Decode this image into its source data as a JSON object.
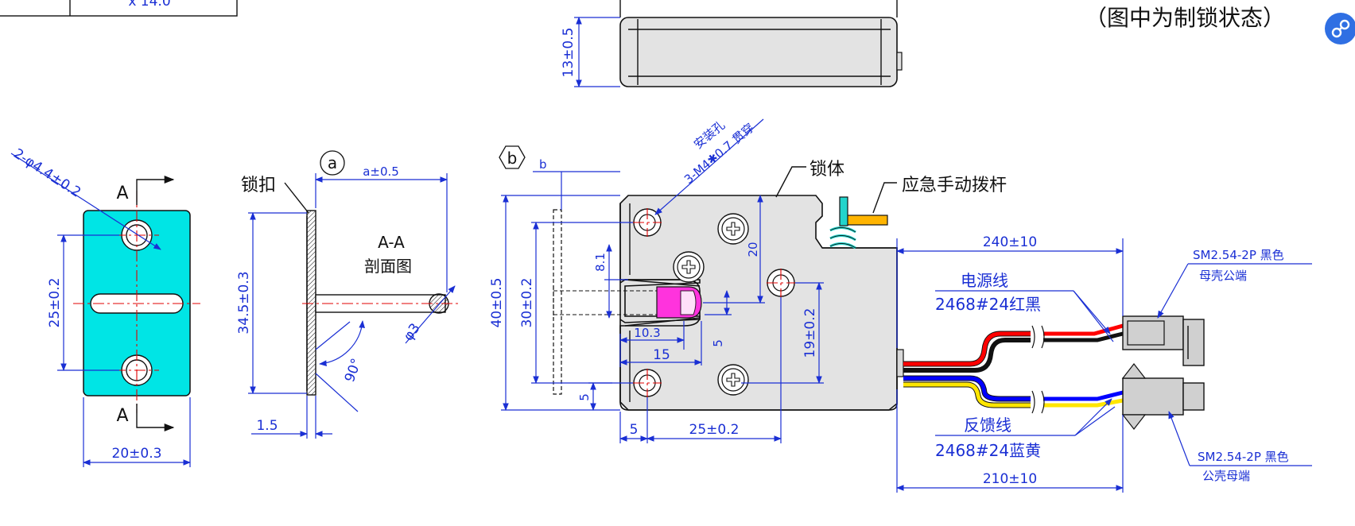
{
  "title_block": {
    "partial_text": "x 14.0"
  },
  "caption": "（图中为制锁状态）",
  "top_view": {
    "height_dim": "13±0.5"
  },
  "plate": {
    "hole_dim": "2-φ4.4±0.2",
    "section_marks": [
      "A",
      "A"
    ],
    "pitch_dim": "25±0.2",
    "width_dim": "20±0.3",
    "fill_color": "#00e5e5"
  },
  "latch": {
    "marker": "a",
    "label": "锁扣",
    "length_dim": "a±0.5",
    "section_title": "A-A",
    "section_caption": "剖面图",
    "height_dim": "34.5±0.3",
    "rod_dim": "φ3",
    "angle_dim": "90°",
    "thickness_dim": "1.5"
  },
  "lock_body": {
    "marker": "b",
    "marker_dim": "b",
    "label": "锁体",
    "lever_label": "应急手动拨杆",
    "mount_hole_label": "安装孔",
    "mount_hole_spec": "3-M4✱0.7 贯穿",
    "dims": {
      "height": "40±0.5",
      "inner_height": "30±0.2",
      "d8_1": "8.1",
      "d20": "20",
      "d10_3": "10.3",
      "d15": "15",
      "d5_v": "5",
      "d19": "19±0.2",
      "d5_bottom": "5",
      "d5_left": "5",
      "d25": "25±0.2"
    },
    "bolt_color": "#ff33dd",
    "lever_color": "#ffb400",
    "spring_color": "#22d4cc"
  },
  "wiring": {
    "length_top": "240±10",
    "length_bottom": "210±10",
    "power_label": "电源线",
    "power_spec": "2468#24红黑",
    "feedback_label": "反馈线",
    "feedback_spec": "2468#24蓝黄",
    "connector_top_spec": "SM2.54-2P 黑色",
    "connector_top_desc": "母壳公端",
    "connector_bottom_spec": "SM2.54-2P 黑色",
    "connector_bottom_desc": "公壳母端",
    "wire_colors": [
      "#ff0000",
      "#111111",
      "#0000ff",
      "#ffe600"
    ]
  },
  "share_icon": "link-share-icon"
}
